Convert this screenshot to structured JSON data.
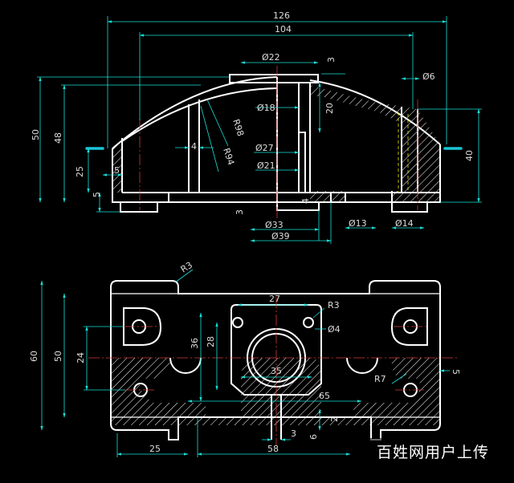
{
  "top_view": {
    "dims": {
      "overall_width": "126",
      "inner_width": "104",
      "boss_dia": "Ø22",
      "boss_height": "3",
      "rib": "Ø6",
      "overall_height": "50",
      "body_height": "48",
      "bore_dia": "Ø18",
      "bore_depth": "20",
      "radius_outer": "R98",
      "radius_inner": "R94",
      "wall": "4",
      "step_dia": "Ø27",
      "inner_dia": "Ø21",
      "side_height": "25",
      "left_offset": "5",
      "foot_height": "5",
      "right_height": "40",
      "gap": "3",
      "gap2": "4",
      "base_dia": "Ø33",
      "flange_dia": "Ø39",
      "hole_left": "Ø13",
      "hole_right": "Ø14"
    }
  },
  "bottom_view": {
    "dims": {
      "corner_radius": "R3",
      "hole_span": "27",
      "small_radius": "R3",
      "small_hole": "Ø4",
      "overall_height": "60",
      "body_height": "50",
      "hole_height": "24",
      "slot_height": "36",
      "slot_inner": "28",
      "boss_width": "35",
      "fillet": "R7",
      "right_offset": "5",
      "base_width": "65",
      "left_width": "25",
      "rib": "3",
      "rib_height": "6",
      "base_height": "2",
      "centre_width": "58"
    }
  },
  "watermark": {
    "text": "百姓网用户上传"
  }
}
